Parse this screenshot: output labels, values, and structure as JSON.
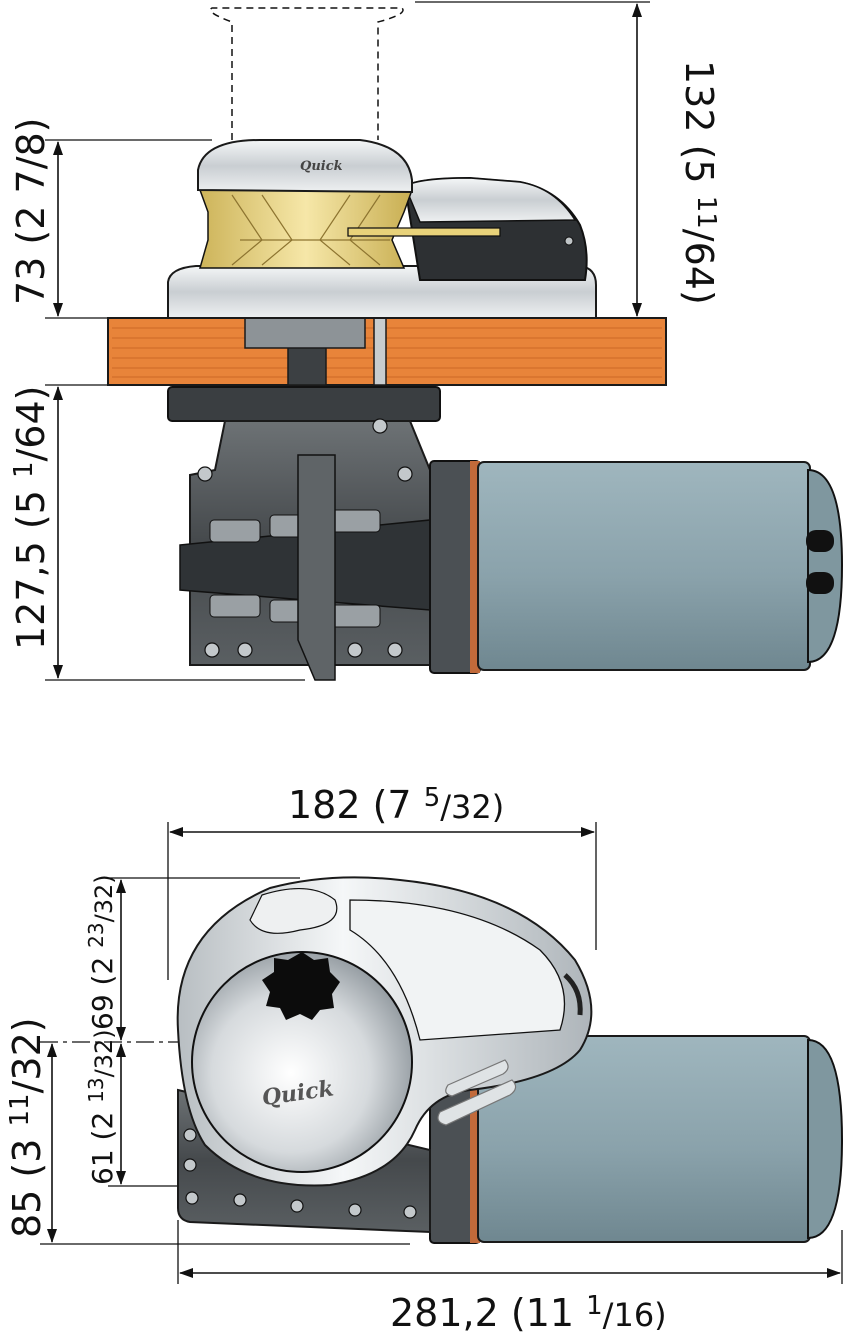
{
  "side_view": {
    "dims": {
      "top_height": {
        "main": "132 (5 ",
        "sup": "11",
        "rest": "/64)"
      },
      "base_height": {
        "main": "73 (2 7/8)"
      },
      "below_deck": {
        "main": "127,5 (5 ",
        "sup": "1",
        "rest": "/64)"
      }
    }
  },
  "top_view": {
    "logo": "Quick",
    "dims": {
      "width": {
        "main": "182 (7 ",
        "sup": "5",
        "rest": "/32)"
      },
      "upper_offset": {
        "main": "69 (2 ",
        "sup": "23",
        "rest": "/32)"
      },
      "lower_offset": {
        "main": "61 (2 ",
        "sup": "13",
        "rest": "/32)"
      },
      "side_height": {
        "main": "85 (3 ",
        "sup": "11",
        "rest": "/32)"
      },
      "length": {
        "main": "281,2 (11 ",
        "sup": "1",
        "rest": "/16)"
      }
    }
  },
  "colors": {
    "deck_wood": "#e8843a",
    "motor": "#8fa7b0",
    "gearbox": "#4d5154",
    "chrome": "#d9dde0",
    "brass": "#e8d27a"
  }
}
